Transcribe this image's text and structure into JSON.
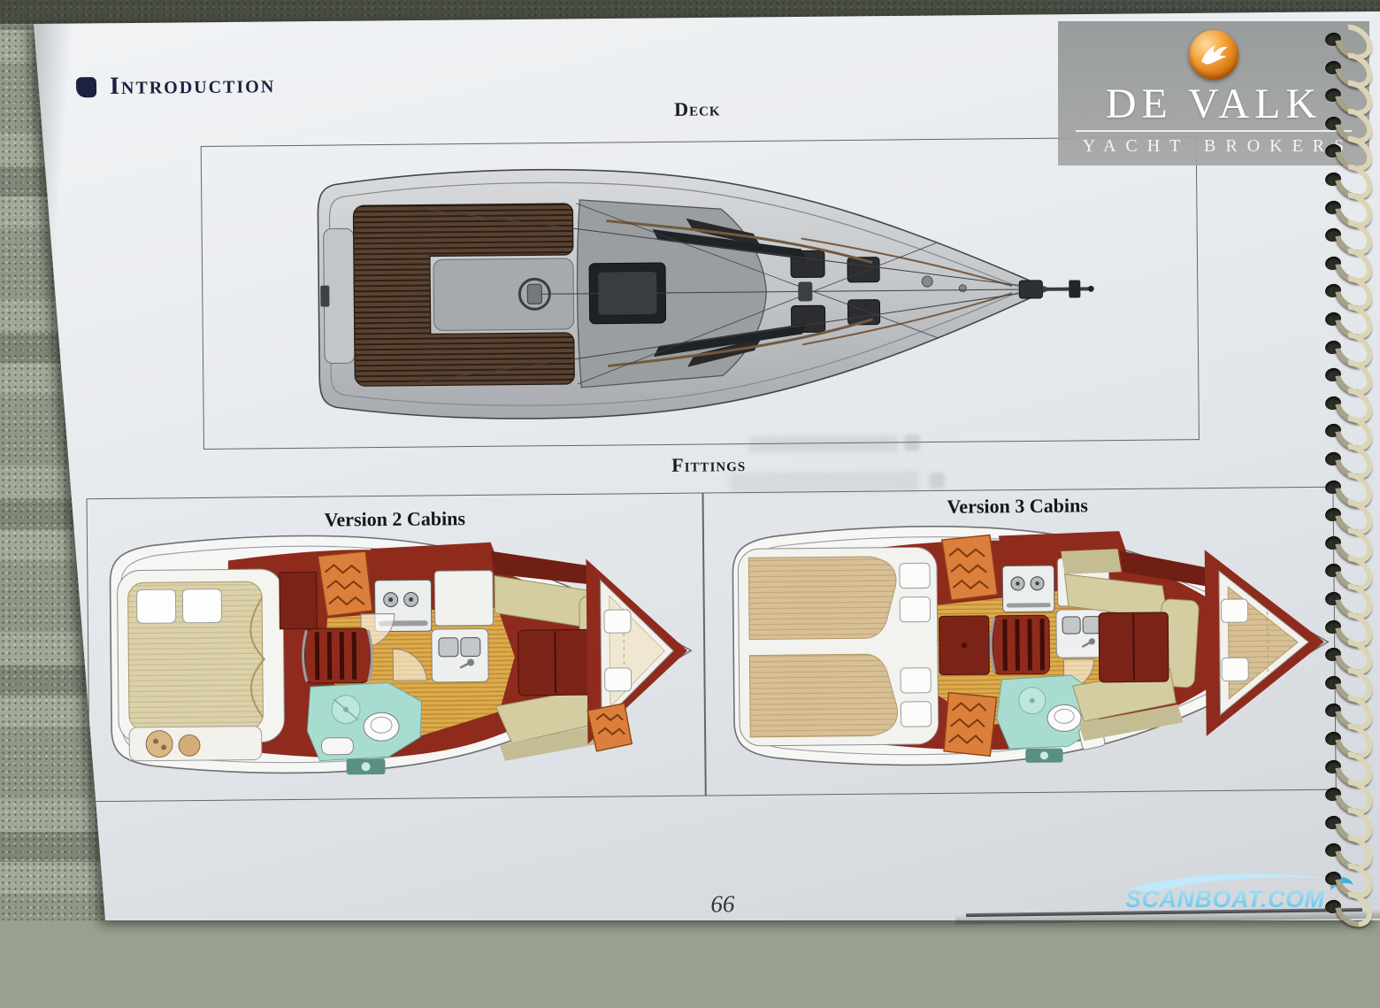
{
  "page": {
    "section_title": "Introduction",
    "page_number": "66"
  },
  "logo": {
    "name": "DE VALK",
    "tagline": "YACHT BROKERS",
    "icon": "falcon-icon"
  },
  "figures": {
    "deck": {
      "label": "Deck"
    },
    "fittings": {
      "label": "Fittings",
      "versions": [
        {
          "label": "Version 2 Cabins"
        },
        {
          "label": "Version 3 Cabins"
        }
      ]
    }
  },
  "watermark": {
    "text": "SCANBOAT.COM",
    "icon": "wave-icon"
  },
  "palette": {
    "navy": "#1c2140",
    "logo-orange": "#e08a1e",
    "maroon": "#8e2b1d",
    "maroon-dark": "#6f1f13",
    "floor-yellow": "#d9a94c",
    "cushion-beige": "#d5cda2",
    "cushion-shadow": "#c4bc92",
    "bed-tan": "#d8c096",
    "head-teal": "#a9dcd1",
    "locker-orange": "#dd7f3c",
    "watermark-blue": "#6ecdee",
    "hull-gray": "#c7cacd",
    "fabric-green": "#9aa191"
  }
}
